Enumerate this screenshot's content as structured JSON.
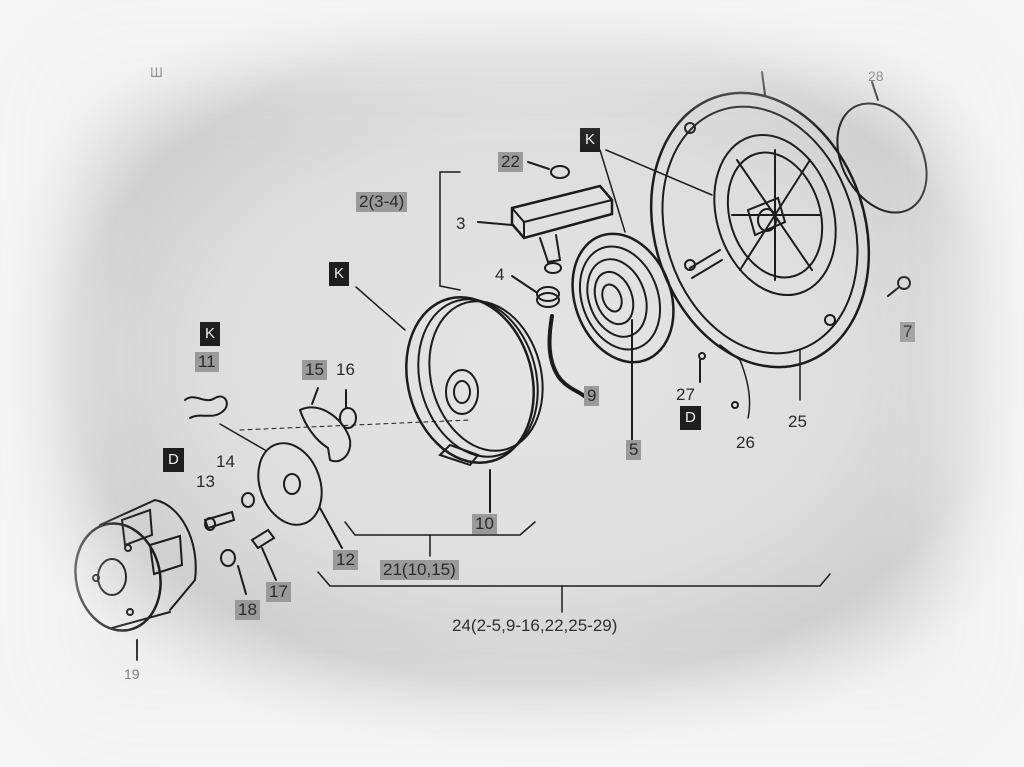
{
  "labels": {
    "top_left_mark": "Ш",
    "l28": "28",
    "l22": "22",
    "l2_3_4": "2(3-4)",
    "l3": "3",
    "l4": "4",
    "k1": "K",
    "k2": "K",
    "k3": "K",
    "l11": "11",
    "l15": "15",
    "l16": "16",
    "l9": "9",
    "l5": "5",
    "l27": "27",
    "d1": "D",
    "l26": "26",
    "l25": "25",
    "l7": "7",
    "d2": "D",
    "l14": "14",
    "l13": "13",
    "l10": "10",
    "l12": "12",
    "l21": "21(10,15)",
    "l17": "17",
    "l18": "18",
    "l19": "19",
    "l24": "24(2-5,9-16,22,25-29)"
  },
  "colors": {
    "line": "#1c1c1c",
    "label_box": "#9a9a9a",
    "dark_box": "#1e1e1e"
  }
}
